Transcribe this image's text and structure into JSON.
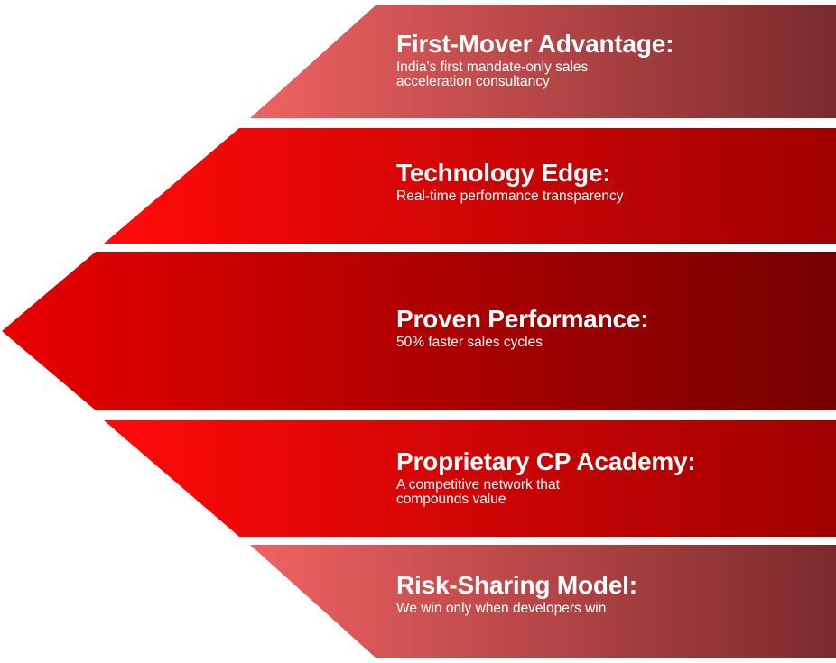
{
  "items": [
    {
      "title": "First-Mover Advantage:",
      "desc": "India's first mandate-only sales",
      "desc2": "acceleration consultancy"
    },
    {
      "title": "Technology Edge:",
      "desc": "Real-time performance transparency"
    },
    {
      "title": "Proven Performance:",
      "desc": "50% faster sales cycles"
    },
    {
      "title": "Proprietary CP Academy:",
      "desc": "A competitive network that",
      "desc2": "compounds value"
    },
    {
      "title": "Risk-Sharing Model:",
      "desc": "We win only when developers win"
    }
  ],
  "colors": {
    "light_start": "#f06262",
    "light_end": "#7a2a2c",
    "bright_start": "#ff0a0a",
    "bright_end": "#a00000",
    "mid_start": "#e80000",
    "mid_end": "#760000"
  }
}
